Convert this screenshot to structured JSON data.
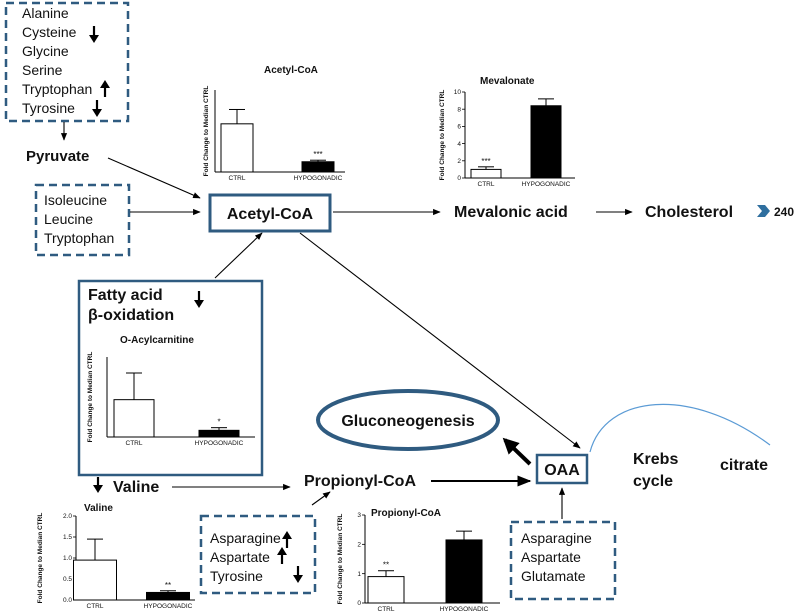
{
  "amino_box_1": {
    "items": [
      "Alanine",
      "Cysteine",
      "Glycine",
      "Serine",
      "Tryptophan",
      "Tyrosine"
    ]
  },
  "pyruvate": "Pyruvate",
  "amino_box_2": {
    "items": [
      "Isoleucine",
      "Leucine",
      "Tryptophan"
    ]
  },
  "acetyl_coa": "Acetyl-CoA",
  "mevalonic_acid": "Mevalonic acid",
  "cholesterol": "Cholesterol",
  "page_number": "240",
  "fatty_acid": {
    "line1": "Fatty acid",
    "line2": "β-oxidation"
  },
  "gluconeogenesis": "Gluconeogenesis",
  "oaa": "OAA",
  "krebs": {
    "line1": "Krebs",
    "line2": "cycle"
  },
  "citrate": "citrate",
  "valine": "Valine",
  "propionyl_coa": "Propionyl-CoA",
  "amino_box_3": {
    "items": [
      "Asparagine",
      "Aspartate",
      "Tyrosine"
    ]
  },
  "amino_box_4": {
    "items": [
      "Asparagine",
      "Aspartate",
      "Glutamate"
    ]
  },
  "chart_data": [
    {
      "id": "acetyl",
      "type": "bar",
      "title": "Acetyl-CoA",
      "ylabel": "Fold Change to Median CTRL",
      "categories": [
        "CTRL",
        "HYPOGONADIC"
      ],
      "values": [
        4.7,
        1.0
      ],
      "errors": [
        1.4,
        0.15
      ],
      "significance": [
        "",
        "***"
      ],
      "ylim": [
        0,
        8
      ],
      "yticks": []
    },
    {
      "id": "mevalonate",
      "type": "bar",
      "title": "Mevalonate",
      "ylabel": "Fold Change to Median CTRL",
      "categories": [
        "CTRL",
        "HYPOGONADIC"
      ],
      "values": [
        1.0,
        8.4
      ],
      "errors": [
        0.3,
        0.8
      ],
      "significance": [
        "***",
        ""
      ],
      "ylim": [
        0,
        10
      ],
      "yticks": [
        "0",
        "2",
        "4",
        "6",
        "8",
        "10"
      ]
    },
    {
      "id": "acyl",
      "type": "bar",
      "title": "O-Acylcarnitine",
      "ylabel": "Fold Change to Median CTRL",
      "categories": [
        "CTRL",
        "HYPOGONADIC"
      ],
      "values": [
        1.4,
        0.25
      ],
      "errors": [
        1.0,
        0.1
      ],
      "significance": [
        "",
        "*"
      ],
      "ylim": [
        0,
        3
      ],
      "yticks": []
    },
    {
      "id": "valine",
      "type": "bar",
      "title": "Valine",
      "ylabel": "Fold Change to Median CTRL",
      "categories": [
        "CTRL",
        "HYPOGONADIC"
      ],
      "values": [
        0.95,
        0.18
      ],
      "errors": [
        0.5,
        0.04
      ],
      "significance": [
        "",
        "**"
      ],
      "ylim": [
        0,
        2.0
      ],
      "yticks": [
        "0.0",
        "0.5",
        "1.0",
        "1.5",
        "2.0"
      ]
    },
    {
      "id": "propionyl",
      "type": "bar",
      "title": "Propionyl-CoA",
      "ylabel": "Fold Change to Median CTRL",
      "categories": [
        "CTRL",
        "HYPOGONADIC"
      ],
      "values": [
        0.9,
        2.15
      ],
      "errors": [
        0.2,
        0.3
      ],
      "significance": [
        "**",
        ""
      ],
      "ylim": [
        0,
        3
      ],
      "yticks": [
        "0",
        "1",
        "2",
        "3"
      ]
    }
  ]
}
